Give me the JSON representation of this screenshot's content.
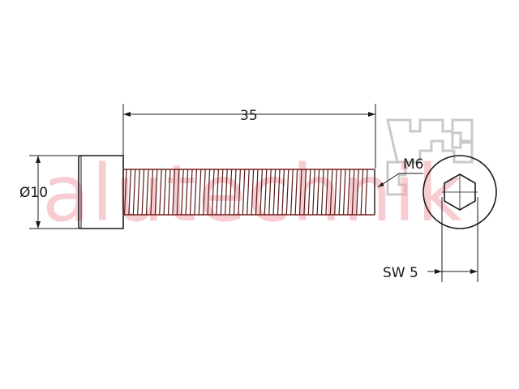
{
  "drawing": {
    "length_dimension": "35",
    "diameter_dimension": "Ø10",
    "thread_label": "M6",
    "wrench_size_label": "SW 5"
  },
  "watermark": {
    "text": "alutechnik"
  },
  "icons": {
    "profile_logo": "aluminium-profile-icon"
  },
  "colors": {
    "line": "#1a1a1a",
    "thread": "#7a1f1f",
    "watermark": "#f4a6ad",
    "logo_gray": "#c8c8c8"
  }
}
